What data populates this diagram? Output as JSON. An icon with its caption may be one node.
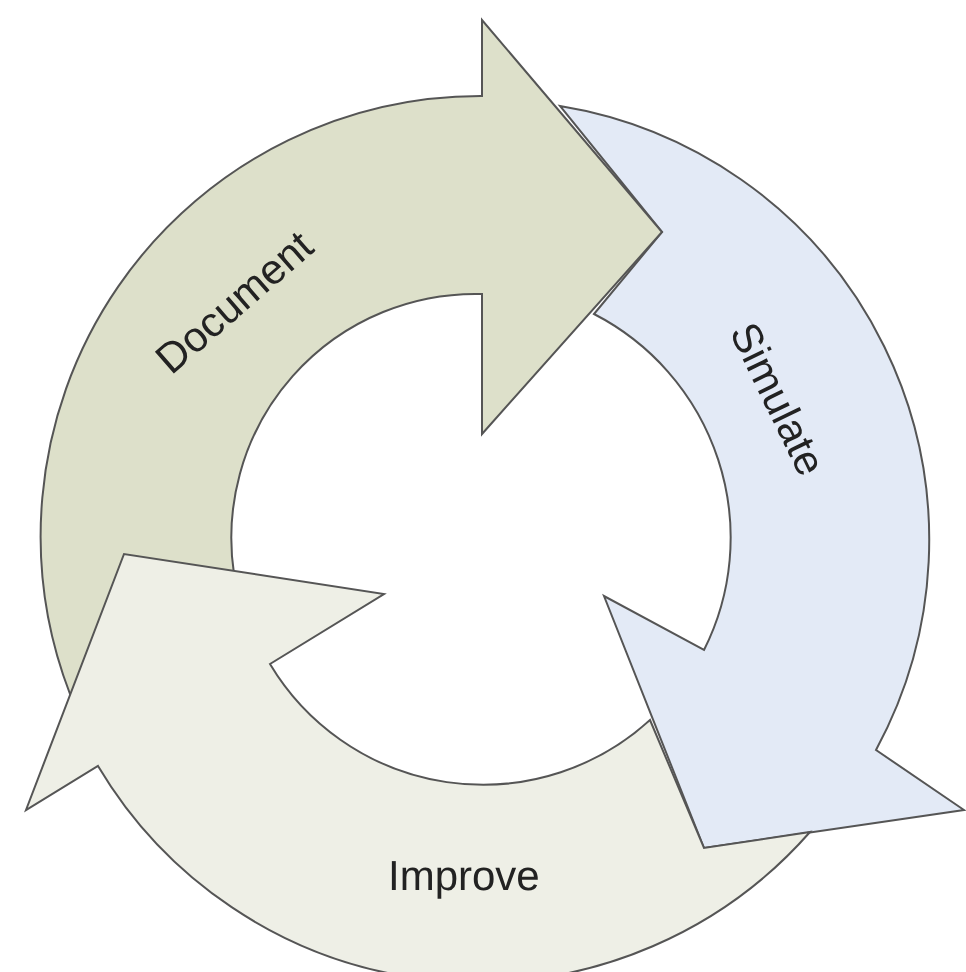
{
  "diagram": {
    "nodes": [
      {
        "text": [
          "Document"
        ]
      },
      {
        "text": [
          "Simulate"
        ]
      },
      {
        "text": [
          "Improve"
        ]
      }
    ]
  }
}
